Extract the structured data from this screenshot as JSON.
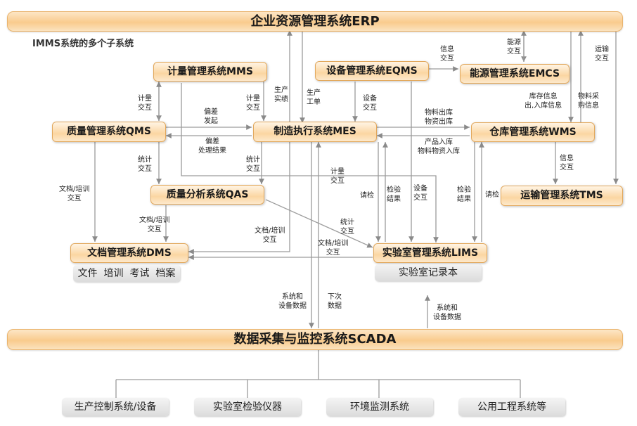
{
  "diagram": {
    "subtitle": "IMMS系统的多个子系统",
    "erp": "企业资源管理系统ERP",
    "scada": "数据采集与监控系统SCADA",
    "systems": {
      "mms": "计量管理系统MMS",
      "eqms": "设备管理系统EQMS",
      "emcs": "能源管理系统EMCS",
      "qms": "质量管理系统QMS",
      "mes": "制造执行系统MES",
      "wms": "仓库管理系统WMS",
      "qas": "质量分析系统QAS",
      "tms": "运输管理系统TMS",
      "dms": "文档管理系统DMS",
      "lims": "实验室管理系统LIMS"
    },
    "dms_tags": "文件  培训  考试  档案",
    "lims_tag": "实验室记录本",
    "devices": [
      "生产控制系统/设备",
      "实验室检验仪器",
      "环境监测系统",
      "公用工程系统等"
    ],
    "labels": {
      "mms_qms": "计量\n交互",
      "mms_mes": "计量\n交互",
      "deviation_report": "偏差\n发起",
      "deviation_result": "偏差\n处理结果",
      "prod_report": "生产\n实绩",
      "prod_order": "生产\n工单",
      "eq_mes": "设备\n交互",
      "info_eq_emcs": "信息\n交互",
      "energy": "能源\n交互",
      "stock_info": "库存信息\n出,入库信息",
      "purchase": "物料采\n购信息",
      "transport": "运输\n交互",
      "material_out": "物料出库\n物资出库",
      "product_in": "产品入库\n物料物资入库",
      "qms_qas_stat": "统计\n交互",
      "mes_qas_stat": "统计\n交互",
      "metrology_lims": "计量\n交互",
      "inspect_req": "请检",
      "inspect_result": "检验\n结果",
      "eq_lims": "设备\n交互",
      "wms_inspect_result": "检验\n结果",
      "wms_inspect_req": "请检",
      "wms_tms": "信息\n交互",
      "doc_qms_dms": "文档/培训\n交互",
      "doc_qas_dms": "文档/培训\n交互",
      "doc_mes_dms": "文档/培训\n交互",
      "doc_lims_dms": "文档/培训\n交互",
      "stat_qas_lims": "统计\n交互",
      "sys_dev_data": "系统和\n设备数据",
      "next_data": "下次\n数据",
      "lims_sys_dev_data": "系统和\n设备数据"
    },
    "colors": {
      "box_border": "#e2a85c",
      "box_fill": "#fbd6a2",
      "line": "#9a9a9a"
    }
  }
}
